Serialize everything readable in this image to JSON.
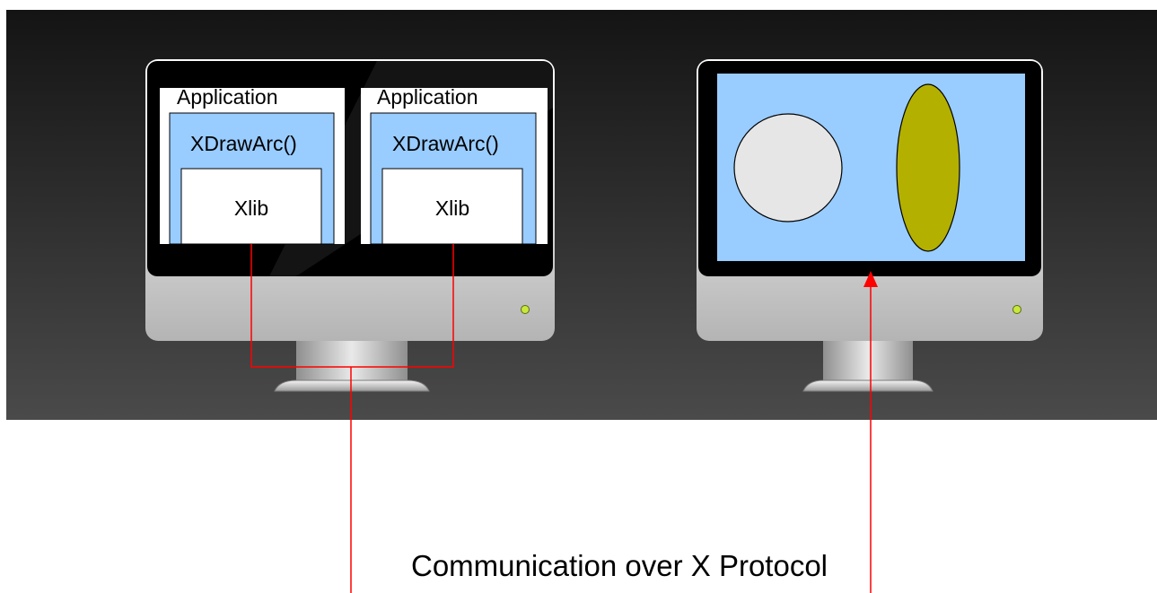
{
  "left_monitor": {
    "apps": [
      {
        "title": "Application",
        "call": "XDrawArc()",
        "lib": "Xlib"
      },
      {
        "title": "Application",
        "call": "XDrawArc()",
        "lib": "Xlib"
      }
    ]
  },
  "right_monitor": {
    "shapes": [
      {
        "kind": "circle",
        "fill": "#e6e6e6"
      },
      {
        "kind": "ellipse",
        "fill": "#b4b000"
      }
    ]
  },
  "caption": "Communication over X Protocol",
  "colors": {
    "background_top": "#151515",
    "background_bottom": "#4a4a4a",
    "screen_bg": "#99ccff",
    "connector": "#ff0000",
    "led": "#c8e83c"
  }
}
